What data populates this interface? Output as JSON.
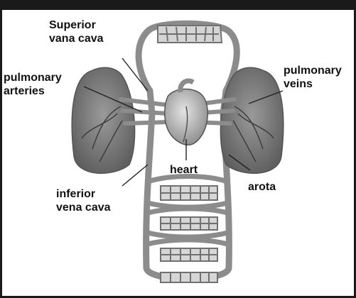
{
  "labels": {
    "superior_vena_cava": [
      "Superior",
      "vana cava"
    ],
    "pulmonary_arteries": [
      "pulmonary",
      "arteries"
    ],
    "pulmonary_veins": [
      "pulmonary",
      "veins"
    ],
    "heart": "heart",
    "aorta": "arota",
    "inferior_vena_cava": [
      "inferior",
      "vena cava"
    ]
  },
  "colors": {
    "vessel": "#8c8c8c",
    "vessel_dark": "#5a5a5a",
    "lung": "#7a7a7a",
    "heart": "#b8b8b8",
    "leader": "#222222",
    "frame": "#1a1a1a"
  }
}
